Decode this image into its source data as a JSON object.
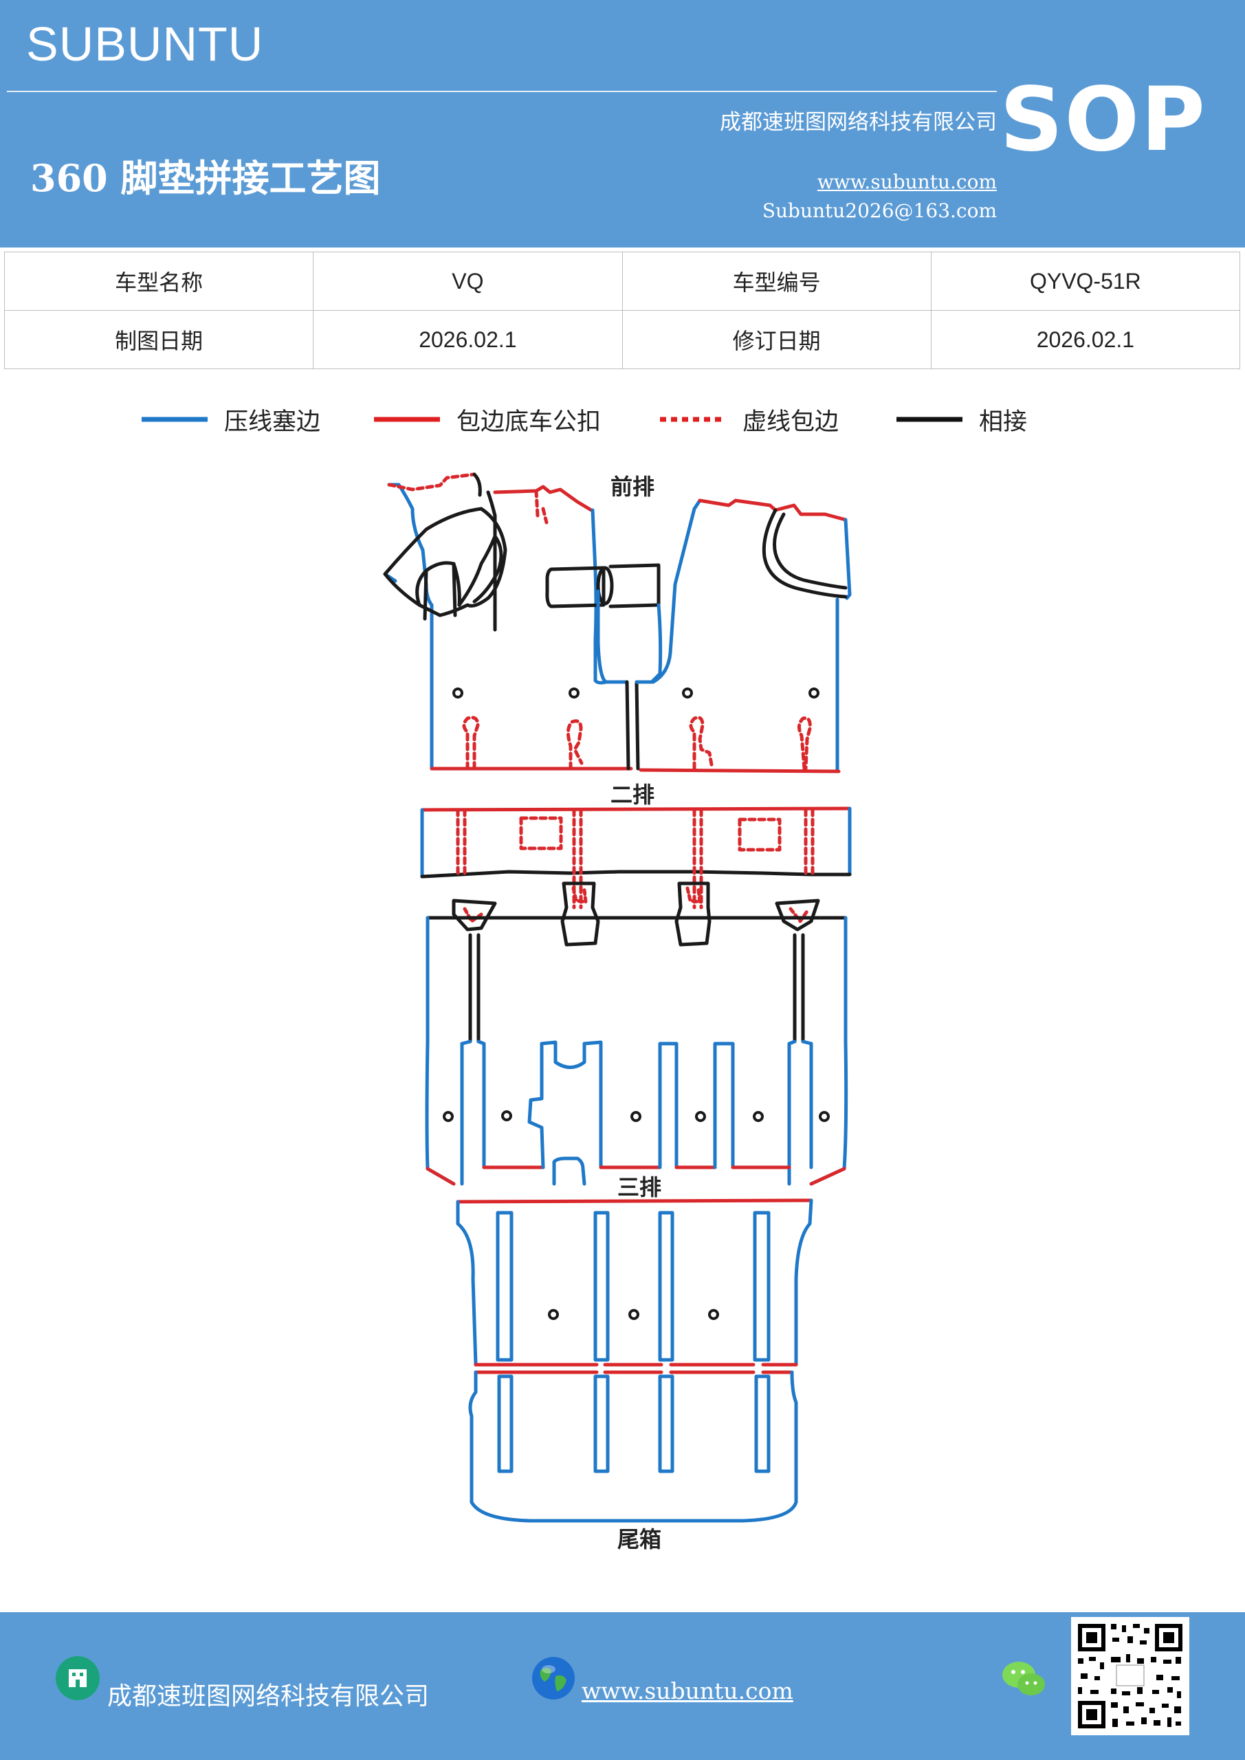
{
  "header": {
    "brand": "SUBUNTU",
    "company": "成都速班图网络科技有限公司",
    "title": "360 脚垫拼接工艺图",
    "website": "www.subuntu.com",
    "email": "Subuntu2026@163.com",
    "badge": "SOP"
  },
  "info_table": {
    "rows": [
      {
        "label1": "车型名称",
        "value1": "VQ",
        "label2": "车型编号",
        "value2": "QYVQ-51R"
      },
      {
        "label1": "制图日期",
        "value1": "2026.02.1",
        "label2": "修订日期",
        "value2": "2026.02.1"
      }
    ]
  },
  "legend": [
    {
      "label": "压线塞边",
      "color": "#1f78c8",
      "style": "solid"
    },
    {
      "label": "包边底车公扣",
      "color": "#e02020",
      "style": "solid"
    },
    {
      "label": "虚线包边",
      "color": "#e02020",
      "style": "dotted"
    },
    {
      "label": "相接",
      "color": "#111111",
      "style": "solid"
    }
  ],
  "diagram": {
    "labels": {
      "front": "前排",
      "second": "二排",
      "third": "三排",
      "trunk": "尾箱"
    },
    "colors": {
      "blue": "#1f78c8",
      "red": "#d9282c",
      "black": "#1a1a1a"
    }
  },
  "footer": {
    "company": "成都速班图网络科技有限公司",
    "website": "www.subuntu.com",
    "icons": [
      "building-icon",
      "globe-icon",
      "wechat-icon",
      "qr-code"
    ]
  }
}
